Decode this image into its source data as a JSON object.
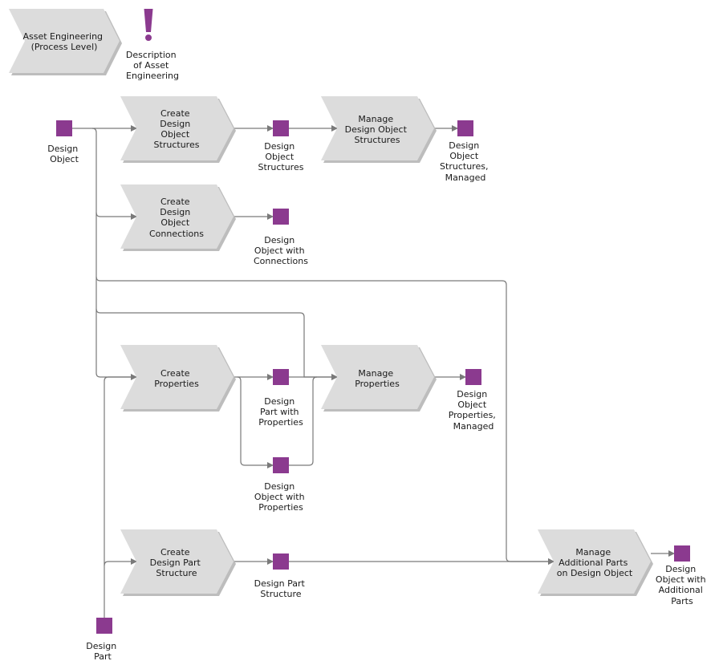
{
  "process": {
    "title_lines": [
      "Asset Engineering",
      "(Process Level)"
    ],
    "info_lines": [
      "Description",
      "of Asset",
      "Engineering"
    ]
  },
  "functions": {
    "create_structures": [
      "Create",
      "Design",
      "Object",
      "Structures"
    ],
    "manage_structures": [
      "Manage",
      "Design Object",
      "Structures"
    ],
    "create_connections": [
      "Create",
      "Design",
      "Object",
      "Connections"
    ],
    "create_properties": [
      "Create",
      "Properties"
    ],
    "manage_properties": [
      "Manage",
      "Properties"
    ],
    "create_part_structure": [
      "Create",
      "Design Part",
      "Structure"
    ],
    "manage_additional_parts": [
      "Manage",
      "Additional Parts",
      "on Design Object"
    ]
  },
  "events": {
    "design_object": [
      "Design",
      "Object"
    ],
    "design_object_structures": [
      "Design",
      "Object",
      "Structures"
    ],
    "structures_managed": [
      "Design",
      "Object",
      "Structures,",
      "Managed"
    ],
    "object_with_connections": [
      "Design",
      "Object with",
      "Connections"
    ],
    "part_with_properties": [
      "Design",
      "Part with",
      "Properties"
    ],
    "object_with_properties": [
      "Design",
      "Object with",
      "Properties"
    ],
    "properties_managed": [
      "Design",
      "Object",
      "Properties,",
      "Managed"
    ],
    "design_part_structure": [
      "Design Part",
      "Structure"
    ],
    "object_additional_parts": [
      "Design",
      "Object with",
      "Additional",
      "Parts"
    ],
    "design_part": [
      "Design",
      "Part"
    ]
  },
  "colors": {
    "event": "#8b3a8f",
    "function": "#dcdcdc",
    "function_shadow": "#bdbdbd",
    "connector": "#7a7a7a"
  }
}
